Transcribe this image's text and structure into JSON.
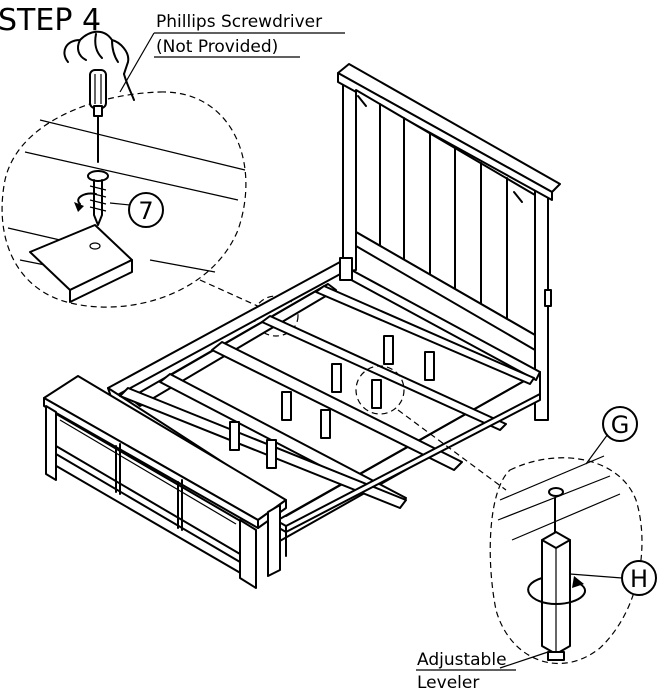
{
  "step": {
    "title": "STEP 4"
  },
  "callouts": {
    "tool_name": "Phillips Screwdriver",
    "tool_note": "(Not Provided)",
    "part_7": "7",
    "part_g": "G",
    "part_h": "H",
    "leveler_line1": "Adjustable",
    "leveler_line2": "Leveler"
  }
}
